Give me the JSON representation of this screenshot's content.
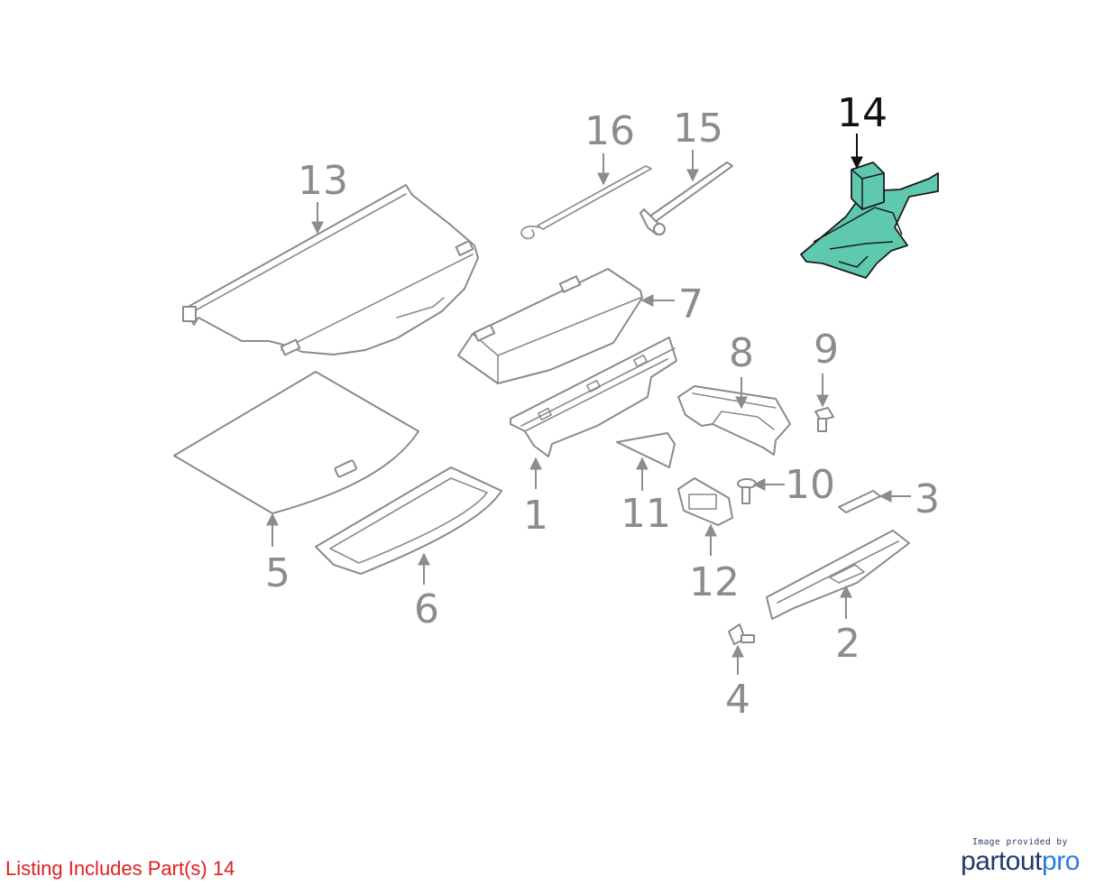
{
  "callouts": {
    "c1": "1",
    "c2": "2",
    "c3": "3",
    "c4": "4",
    "c5": "5",
    "c6": "6",
    "c7": "7",
    "c8": "8",
    "c9": "9",
    "c10": "10",
    "c11": "11",
    "c12": "12",
    "c13": "13",
    "c14": "14",
    "c15": "15",
    "c16": "16"
  },
  "highlighted_part": "14",
  "highlight_color": "#5fc9b0",
  "footer": {
    "listing_text": "Listing Includes Part(s) 14",
    "listing_color": "#e02020"
  },
  "credit": {
    "caption": "Image provided by",
    "logo_part1": "partout",
    "logo_part2": "pro"
  }
}
